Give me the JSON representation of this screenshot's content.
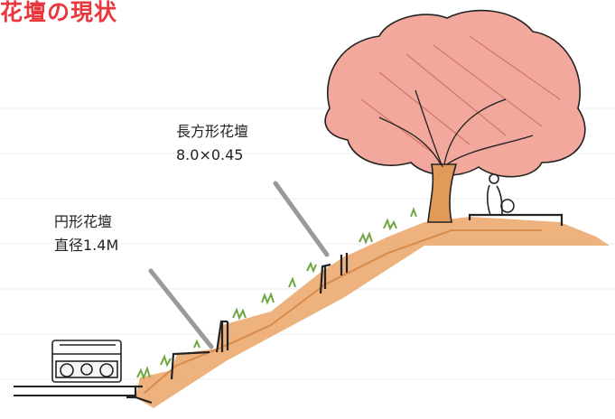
{
  "page": {
    "title": "花壇の現状"
  },
  "labels": {
    "rectangular_bed": {
      "name": "長方形花壇",
      "size": "8.0×0.45"
    },
    "round_bed": {
      "name": "円形花壇",
      "size": "直径1.4M"
    }
  },
  "colors": {
    "title": "#e8383d",
    "soil": "#e9a05c",
    "tree_canopy": "#f2a89c",
    "grass": "#8fbf5a",
    "leader_line": "#9a9a9a"
  },
  "icons": {
    "car": "car-sketch",
    "tree": "tree-sketch",
    "person": "seated-person-sketch"
  }
}
